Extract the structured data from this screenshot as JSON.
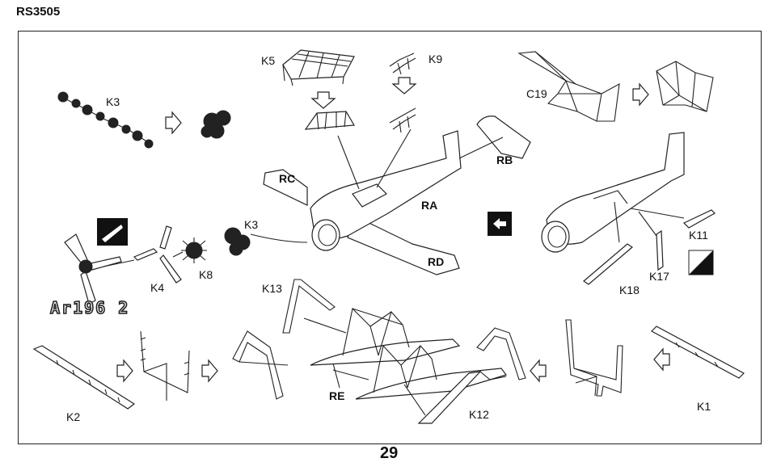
{
  "header": {
    "code": "RS3505"
  },
  "footer": {
    "page_number": "29"
  },
  "callouts": {
    "k5": "K5",
    "k9": "K9",
    "c19": "C19",
    "k3_top": "K3",
    "k3_mid": "K3",
    "rc": "RC",
    "ra": "RA",
    "rb": "RB",
    "rd": "RD",
    "k4": "K4",
    "k8": "K8",
    "k11": "K11",
    "k17": "K17",
    "k18": "K18",
    "k13": "K13",
    "re": "RE",
    "k12": "K12",
    "k2": "K2",
    "k1": "K1"
  },
  "aircraft_title": "Ar196 2",
  "icon_names": [
    "paint-icon",
    "mirror-parts-icon",
    "two-tone-paint-icon"
  ]
}
